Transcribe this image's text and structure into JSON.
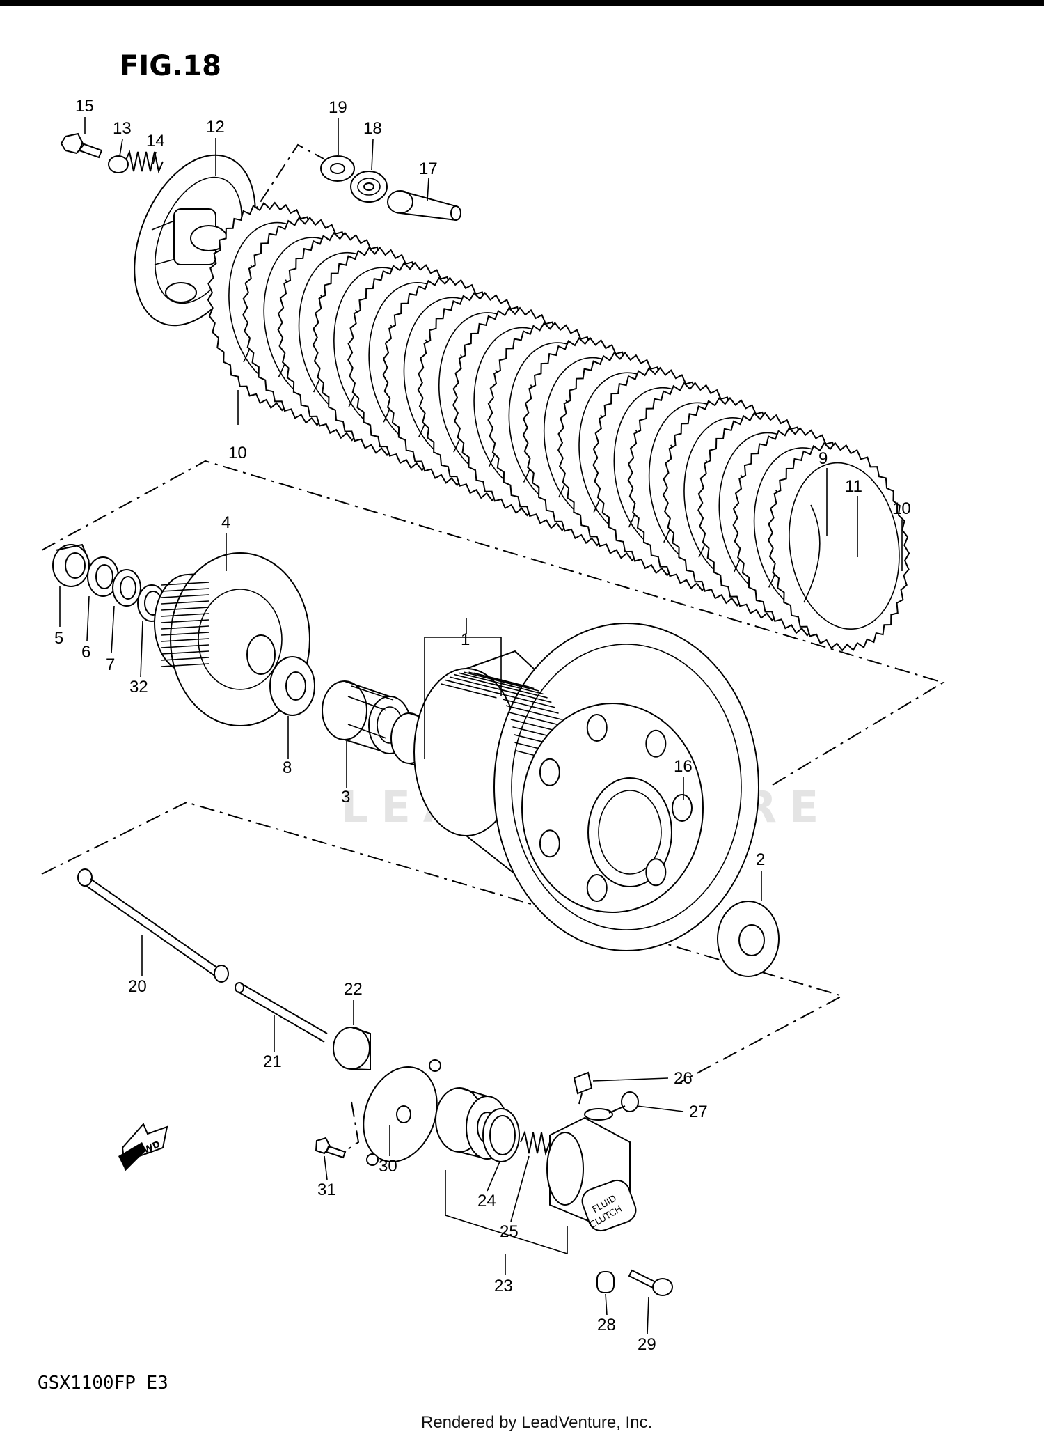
{
  "figure_title": "FIG.18",
  "model_code": "GSX1100FP  E3",
  "footer": "Rendered by LeadVenture, Inc.",
  "watermark": "LEADVENTURE",
  "fwd_label": "FWD",
  "fluid_clutch_text": [
    "FLUID",
    "CLUTCH"
  ],
  "part_numbers": {
    "p1": "1",
    "p2": "2",
    "p3": "3",
    "p4": "4",
    "p5": "5",
    "p6": "6",
    "p7": "7",
    "p8": "8",
    "p9": "9",
    "p10a": "10",
    "p10b": "10",
    "p11": "11",
    "p12": "12",
    "p13": "13",
    "p14": "14",
    "p15": "15",
    "p16": "16",
    "p17": "17",
    "p18": "18",
    "p19": "19",
    "p20": "20",
    "p21": "21",
    "p22": "22",
    "p23": "23",
    "p24": "24",
    "p25": "25",
    "p26": "26",
    "p27": "27",
    "p28": "28",
    "p29": "29",
    "p30": "30",
    "p31": "31",
    "p32": "32"
  },
  "colors": {
    "ink": "#000000",
    "paper": "#ffffff",
    "watermark": "#e4e4e4"
  }
}
